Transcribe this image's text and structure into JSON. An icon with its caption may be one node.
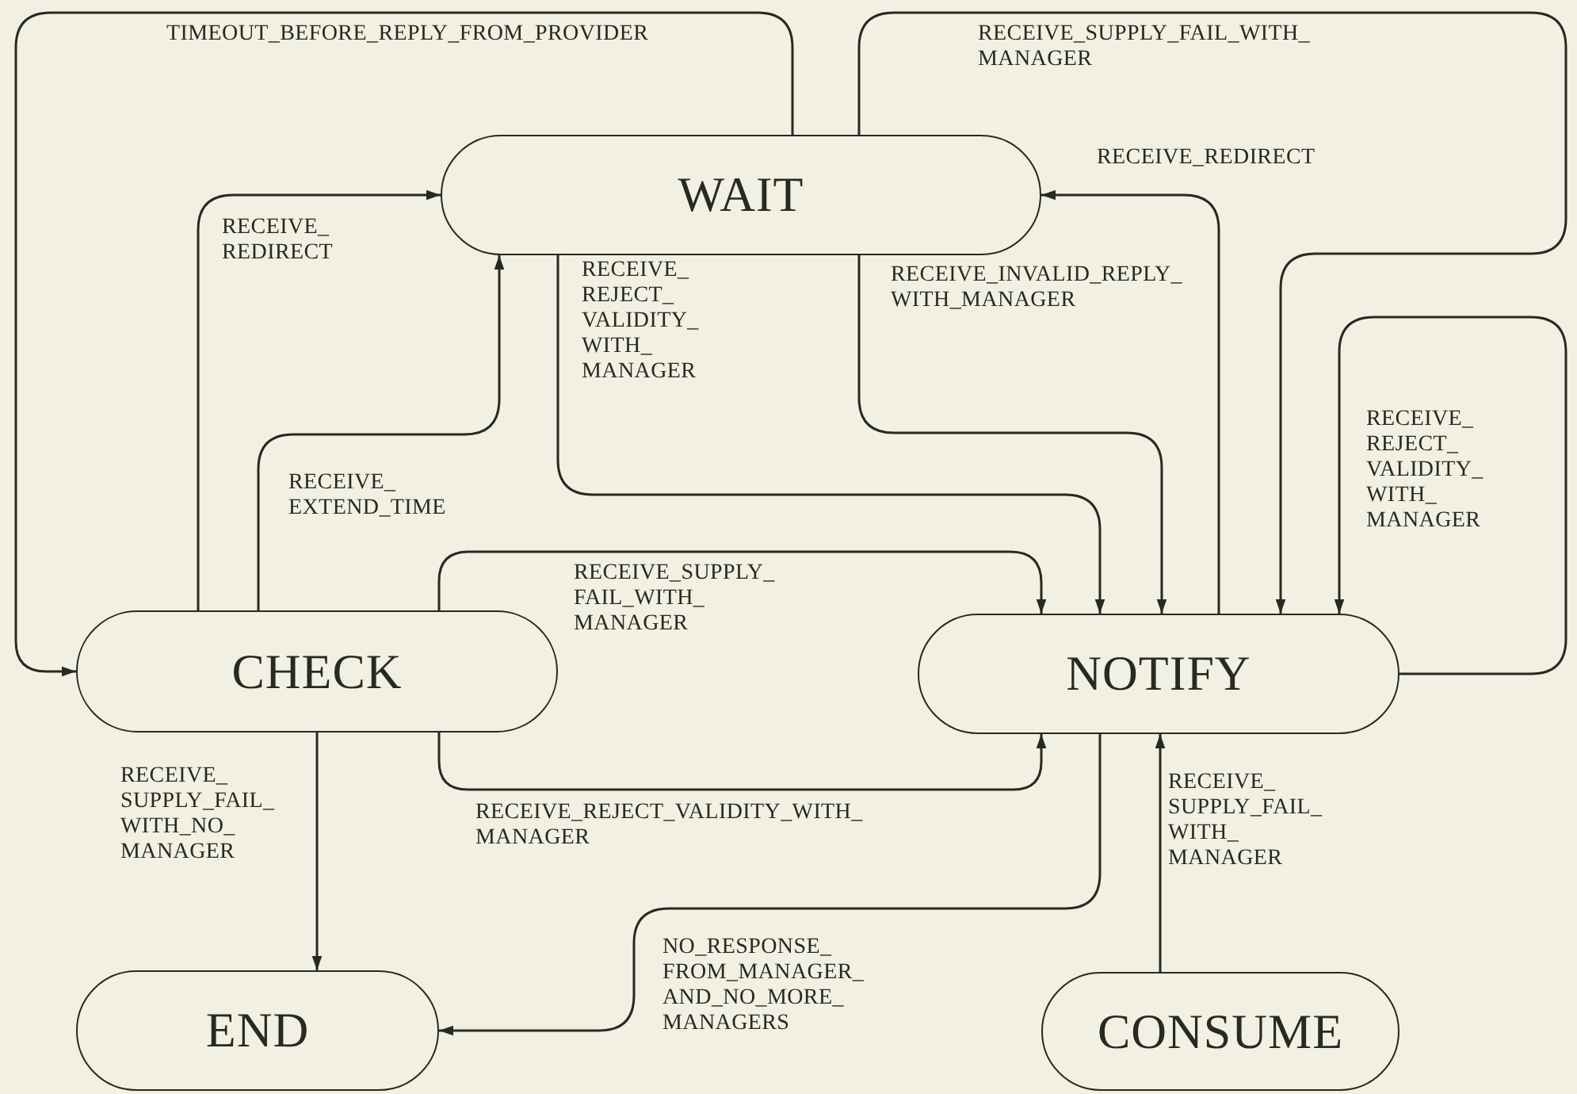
{
  "diagram": {
    "nodes": [
      {
        "text": [
          "WAIT"
        ]
      },
      {
        "text": [
          "CHECK"
        ]
      },
      {
        "text": [
          "NOTIFY"
        ]
      },
      {
        "text": [
          "END"
        ]
      },
      {
        "text": [
          "CONSUME"
        ]
      }
    ],
    "edges": [
      {
        "from": 0,
        "to": 1,
        "arrow": "to",
        "label": "TIMEOUT_BEFORE_REPLY_FROM_PROVIDER"
      },
      {
        "from": 1,
        "to": 0,
        "arrow": "to",
        "label": "RECEIVE_REDIRECT"
      },
      {
        "from": 1,
        "to": 0,
        "arrow": "to",
        "label": "RECEIVE_EXTEND_TIME"
      },
      {
        "from": 0,
        "to": 2,
        "arrow": "to",
        "label": "RECEIVE_REJECT_VALIDITY_WITH_MANAGER"
      },
      {
        "from": 0,
        "to": 2,
        "arrow": "to",
        "label": "RECEIVE_INVALID_REPLY_WITH_MANAGER"
      },
      {
        "from": 2,
        "to": 0,
        "arrow": "to",
        "label": "RECEIVE_REDIRECT"
      },
      {
        "from": 0,
        "to": 2,
        "arrow": "to",
        "label": "RECEIVE_SUPPLY_FAIL_WITH_MANAGER"
      },
      {
        "from": 2,
        "to": 2,
        "arrow": "to",
        "label": "RECEIVE_REJECT_VALIDITY_WITH_MANAGER"
      },
      {
        "from": 1,
        "to": 2,
        "arrow": "to",
        "label": "RECEIVE_SUPPLY_FAIL_WITH_MANAGER"
      },
      {
        "from": 1,
        "to": 2,
        "arrow": "to",
        "label": "RECEIVE_REJECT_VALIDITY_WITH_MANAGER"
      },
      {
        "from": 1,
        "to": 3,
        "arrow": "to",
        "label": "RECEIVE_SUPPLY_FAIL_WITH_NO_MANAGER"
      },
      {
        "from": 2,
        "to": 3,
        "arrow": "to",
        "label": "NO_RESPONSE_FROM_MANAGER_AND_NO_MORE_MANAGERS"
      },
      {
        "from": 4,
        "to": 2,
        "arrow": "to",
        "label": "RECEIVE_SUPPLY_FAIL_WITH_MANAGER"
      }
    ]
  }
}
